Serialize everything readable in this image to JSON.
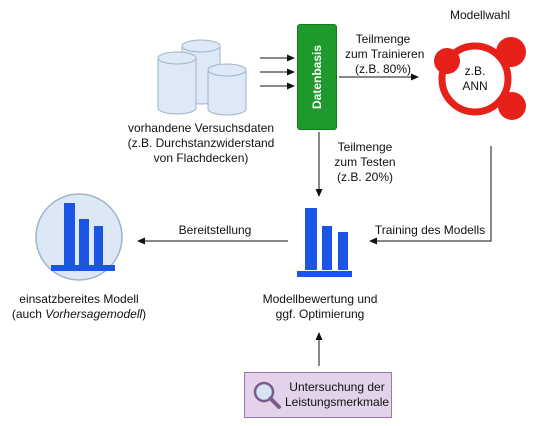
{
  "labels": {
    "modellwahl": "Modellwahl",
    "teilmenge_train_1": "Teilmenge",
    "teilmenge_train_2": "zum Trainieren",
    "teilmenge_train_3": "(z.B. 80%)",
    "datenbasis": "Datenbasis",
    "ann_1": "z.B.",
    "ann_2": "ANN",
    "versuchsdaten_1": "vorhandene Versuchsdaten",
    "versuchsdaten_2": "(z.B. Durchstanzwiderstand",
    "versuchsdaten_3": "von Flachdecken)",
    "teilmenge_test_1": "Teilmenge",
    "teilmenge_test_2": "zum Testen",
    "teilmenge_test_3": "(z.B. 20%)",
    "bereitstellung": "Bereitstellung",
    "training": "Training des Modells",
    "modell_1": "einsatzbereites Modell",
    "modell_2_prefix": "(auch ",
    "modell_2_italic": "Vorhersagemodell",
    "modell_2_suffix": ")",
    "bewertung_1": "Modellbewertung und",
    "bewertung_2": "ggf. Optimierung",
    "untersuchung_1": "Untersuchung der",
    "untersuchung_2": "Leistungsmerkmale"
  },
  "colors": {
    "database": "#dde9f6",
    "database_stroke": "#9fb3c8",
    "datenbasis": "#1e9a2c",
    "ann": "#e8201a",
    "bars": "#1a55e3",
    "model_circle": "#dce8f6",
    "search_box": "#e3d2ea"
  },
  "icons": {
    "database": "cylinder-stack-icon",
    "network": "ann-network-icon",
    "evaluation": "bar-chart-icon",
    "model": "model-bar-chart-icon",
    "search": "magnifier-icon"
  }
}
